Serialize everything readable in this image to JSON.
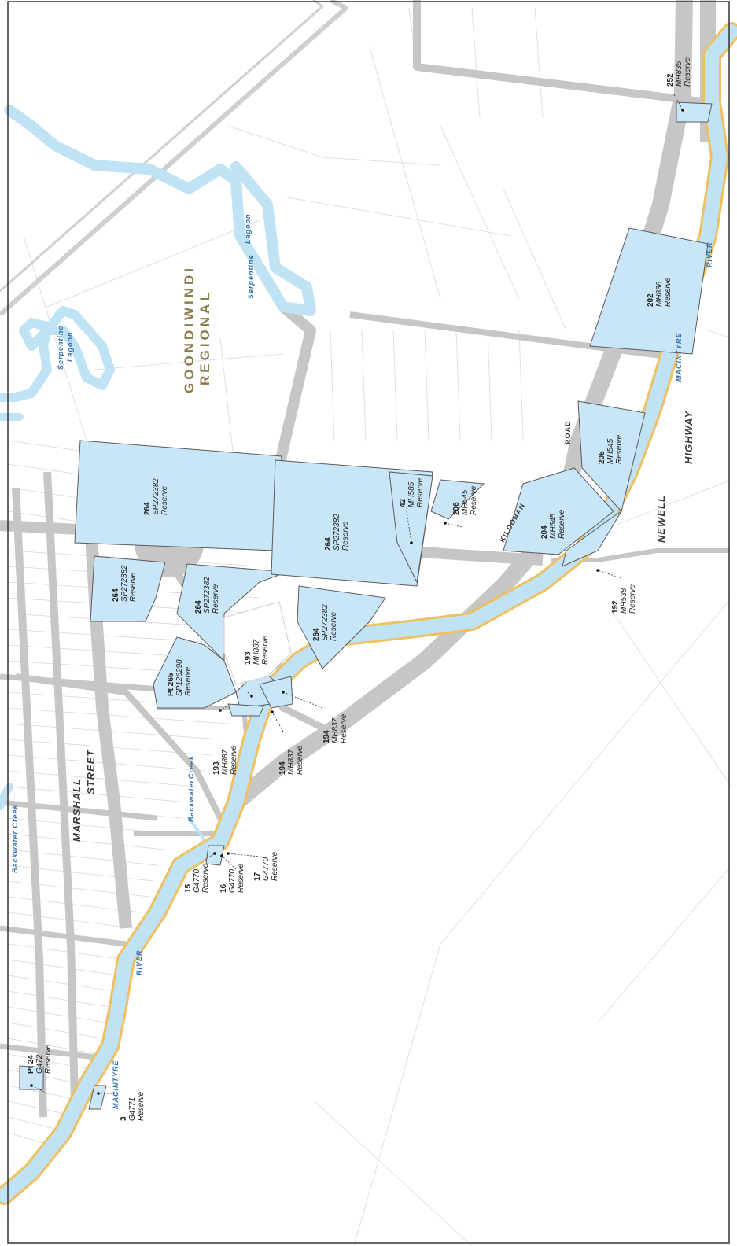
{
  "colors": {
    "background": "#ffffff",
    "road": "#c6c6c6",
    "reserve_fill": "#c8e6f8",
    "reserve_stroke": "#5a5a5a",
    "river": "#bfe2f4",
    "riverbank": "#f0c060",
    "cadastre": "#dcdcdc",
    "water_text": "#2f6fb0",
    "region_text": "#8c7a4a"
  },
  "region_label": [
    "GOONDIWINDI",
    "REGIONAL"
  ],
  "roads": {
    "marshall": "MARSHALL",
    "street": "STREET",
    "kildonan": "KILDONAN",
    "road": "ROAD",
    "newell": "NEWELL",
    "highway": "HIGHWAY"
  },
  "water": {
    "macintyre_a": "MACINTYRE",
    "river_a": "RIVER",
    "macintyre_b": "MACINTYRE",
    "river_b": "RIVER",
    "backwater_creek_a": "Backwater Creek",
    "backwater_b": "Backwater",
    "creek_b": "Creek",
    "serpentine_lagoon_1": "Serpentine",
    "lagoon_1": "Lagoon",
    "serpentine_2": "Serpentine",
    "lagoon_2": "Lagoon"
  },
  "lots": [
    {
      "id": "lot-264-a",
      "num": "264",
      "plan": "SP272382",
      "tenure": "Reserve"
    },
    {
      "id": "lot-264-b",
      "num": "264",
      "plan": "SP272382",
      "tenure": "Reserve"
    },
    {
      "id": "lot-264-c",
      "num": "264",
      "plan": "SP272382",
      "tenure": "Reserve"
    },
    {
      "id": "lot-264-d",
      "num": "264",
      "plan": "SP272382",
      "tenure": "Reserve"
    },
    {
      "id": "lot-264-e",
      "num": "264",
      "plan": "SP272382",
      "tenure": "Reserve"
    },
    {
      "id": "lot-42",
      "num": "42",
      "plan": "MH585",
      "tenure": "Reserve"
    },
    {
      "id": "lot-206",
      "num": "206",
      "plan": "MH545",
      "tenure": "Reserve"
    },
    {
      "id": "lot-204",
      "num": "204",
      "plan": "MH545",
      "tenure": "Reserve"
    },
    {
      "id": "lot-205",
      "num": "205",
      "plan": "MH545",
      "tenure": "Reserve"
    },
    {
      "id": "lot-202",
      "num": "202",
      "plan": "MH836",
      "tenure": "Reserve"
    },
    {
      "id": "lot-252",
      "num": "252",
      "plan": "MH836",
      "tenure": "Reserve"
    },
    {
      "id": "lot-192",
      "num": "192",
      "plan": "MH538",
      "tenure": "Reserve"
    },
    {
      "id": "lot-193-a",
      "num": "193",
      "plan": "MH887",
      "tenure": "Reserve"
    },
    {
      "id": "lot-193-b",
      "num": "193",
      "plan": "MH887",
      "tenure": "Reserve"
    },
    {
      "id": "lot-pt265",
      "num": "Pt 265",
      "plan": "SP126298",
      "tenure": "Reserve"
    },
    {
      "id": "lot-194-a",
      "num": "194",
      "plan": "MH837",
      "tenure": "Reserve"
    },
    {
      "id": "lot-194-b",
      "num": "194",
      "plan": "MH837",
      "tenure": "Reserve"
    },
    {
      "id": "lot-15",
      "num": "15",
      "plan": "G4770",
      "tenure": "Reserve"
    },
    {
      "id": "lot-16",
      "num": "16",
      "plan": "G4770",
      "tenure": "Reserve"
    },
    {
      "id": "lot-17",
      "num": "17",
      "plan": "G4770",
      "tenure": "Reserve"
    },
    {
      "id": "lot-pt24",
      "num": "Pt 24",
      "plan": "G472",
      "tenure": "Reserve"
    },
    {
      "id": "lot-3",
      "num": "3",
      "plan": "G4771",
      "tenure": "Reserve"
    }
  ]
}
